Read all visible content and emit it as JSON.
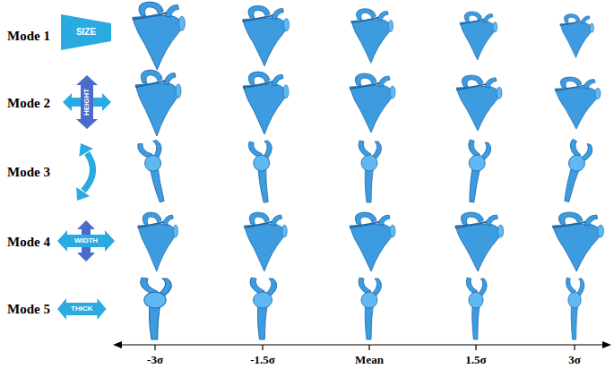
{
  "diagram": {
    "nodes": [
      {
        "text": [
          "SIZE"
        ]
      },
      {
        "text": [
          "HEIGHT"
        ]
      },
      {
        "text": [
          "WIDTH"
        ]
      },
      {
        "text": [
          "THICK"
        ]
      }
    ],
    "labels": [
      "Mode 1",
      "Mode 2",
      "Mode 3",
      "Mode 4",
      "Mode 5",
      "-3σ",
      "-1.5σ",
      "Mean",
      "1.5σ",
      "3σ"
    ]
  }
}
